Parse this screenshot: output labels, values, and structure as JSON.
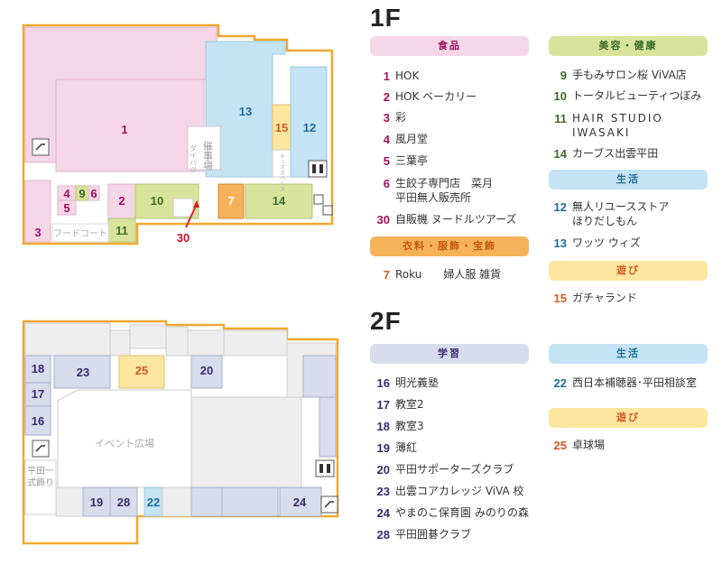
{
  "colors": {
    "food": "#f5d6e6",
    "food_text": "#a01060",
    "beauty": "#d8e49c",
    "beauty_text": "#3d6b2a",
    "life": "#c4e3f4",
    "life_text": "#1f6d9c",
    "play": "#fde6a0",
    "play_text": "#d05a20",
    "fashion": "#f6b25a",
    "fashion_text": "#c25a10",
    "study": "#d8dcec",
    "study_text": "#3a2a70",
    "outline": "#f0a830"
  },
  "floor1": {
    "title": "1F",
    "map_labels": {
      "event": "催事場",
      "daiso": "ダイハツ",
      "kids": "キッズスペース",
      "foodcourt": "フードコート",
      "pointer30": "30"
    },
    "categories": {
      "food": {
        "label": "食品",
        "items": [
          {
            "n": "1",
            "t": "HOK"
          },
          {
            "n": "2",
            "t": "HOK ベーカリー"
          },
          {
            "n": "3",
            "t": "彩"
          },
          {
            "n": "4",
            "t": "風月堂"
          },
          {
            "n": "5",
            "t": "三葉亭"
          },
          {
            "n": "6",
            "t": "生餃子専門店　菜月",
            "t2": "平田無人販売所"
          },
          {
            "n": "30",
            "t": "自販機 ヌードルツアーズ"
          }
        ]
      },
      "fashion": {
        "label": "衣料・服飾・宝飾",
        "items": [
          {
            "n": "7",
            "t": "Roku　　婦人服  雑貨"
          }
        ]
      },
      "beauty": {
        "label": "美容・健康",
        "items": [
          {
            "n": "9",
            "t": "手もみサロン桜 ViVA店"
          },
          {
            "n": "10",
            "t": "トータルビューティつぼみ"
          },
          {
            "n": "11",
            "t": "HAIR STUDIO",
            "t2": "IWASAKI"
          },
          {
            "n": "14",
            "t": "カーブス出雲平田"
          }
        ]
      },
      "life": {
        "label": "生活",
        "items": [
          {
            "n": "12",
            "t": "無人リユースストア",
            "t2": "ほりだしもん"
          },
          {
            "n": "13",
            "t": "ワッツ ウィズ"
          }
        ]
      },
      "play": {
        "label": "遊び",
        "items": [
          {
            "n": "15",
            "t": "ガチャランド"
          }
        ]
      }
    }
  },
  "floor2": {
    "title": "2F",
    "map_labels": {
      "event": "イベント広場",
      "hirata": "平田一式飾り"
    },
    "categories": {
      "study": {
        "label": "学習",
        "items": [
          {
            "n": "16",
            "t": "明光義塾"
          },
          {
            "n": "17",
            "t": "教室2"
          },
          {
            "n": "18",
            "t": "教室3"
          },
          {
            "n": "19",
            "t": "薄紅"
          },
          {
            "n": "20",
            "t": "平田サポーターズクラブ"
          },
          {
            "n": "23",
            "t": "出雲コアカレッジ ViVA 校"
          },
          {
            "n": "24",
            "t": "やまのこ保育園 みのりの森"
          },
          {
            "n": "28",
            "t": "平田囲碁クラブ"
          }
        ]
      },
      "life": {
        "label": "生活",
        "items": [
          {
            "n": "22",
            "t": "西日本補聴器･平田相談室"
          }
        ]
      },
      "play": {
        "label": "遊び",
        "items": [
          {
            "n": "25",
            "t": "卓球場"
          }
        ]
      }
    }
  }
}
